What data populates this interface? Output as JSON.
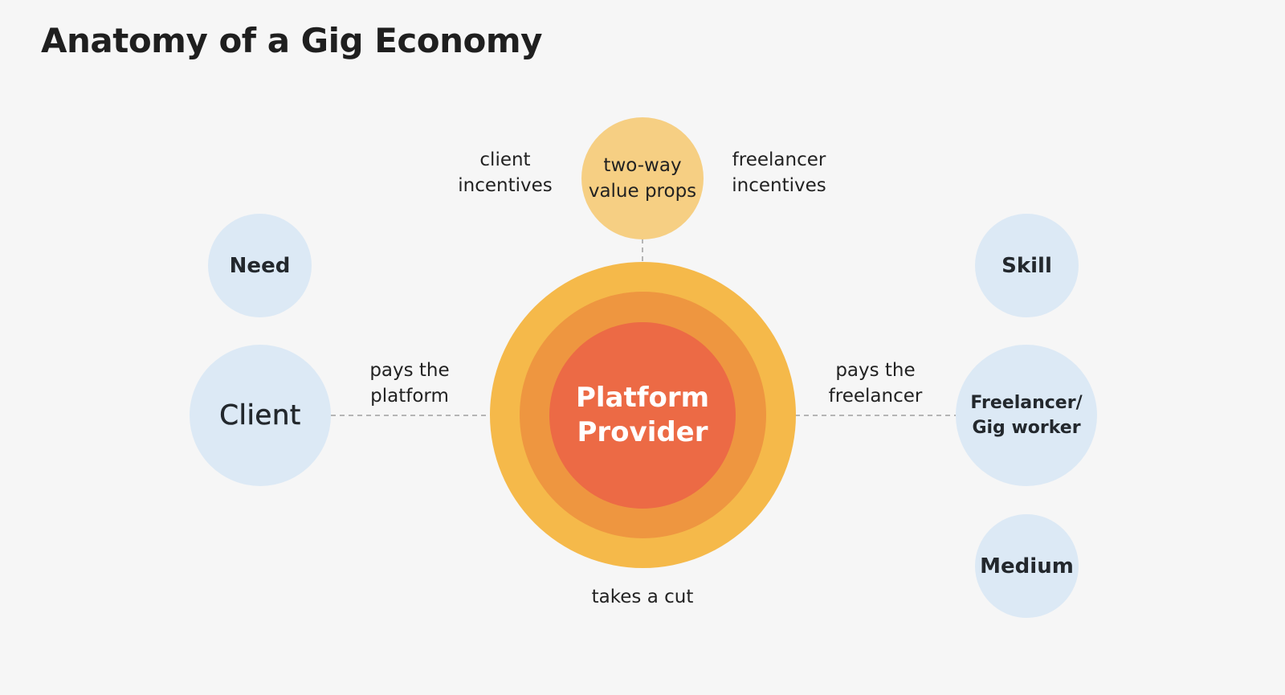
{
  "title": "Anatomy of a Gig Economy",
  "center": {
    "label": "Platform\nProvider"
  },
  "value_props": {
    "label": "two-way\nvalue props"
  },
  "nodes": {
    "need": "Need",
    "client": "Client",
    "skill": "Skill",
    "freelancer": "Freelancer/\nGig worker",
    "medium": "Medium"
  },
  "edge_labels": {
    "client_incentives": "client\nincentives",
    "freelancer_incentives": "freelancer\nincentives",
    "pays_platform": "pays the\nplatform",
    "pays_freelancer": "pays the\nfreelancer",
    "takes_cut": "takes a cut"
  },
  "colors": {
    "background": "#f6f6f6",
    "outer_ring": "#f5b94a",
    "middle_ring": "#ee9640",
    "core": "#ec6a45",
    "value_props": "#f6cf83",
    "node_fill": "#dce9f5",
    "connector": "#b5b5b5"
  }
}
